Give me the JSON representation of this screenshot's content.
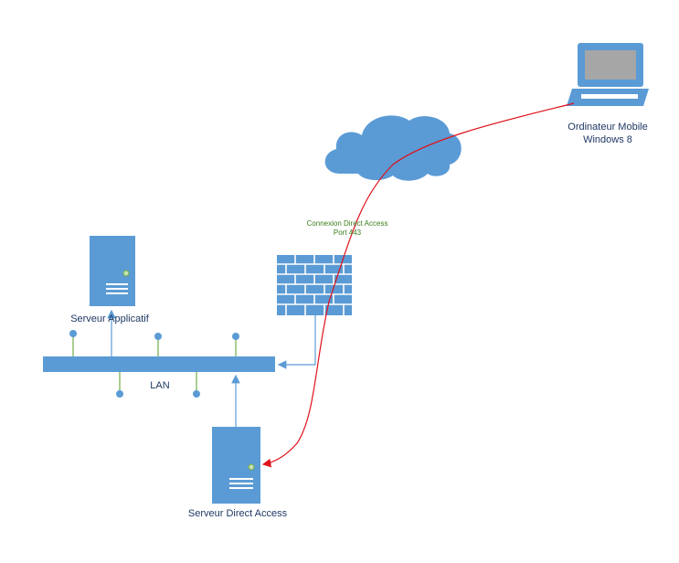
{
  "labels": {
    "laptop_line1": "Ordinateur Mobile",
    "laptop_line2": "Windows 8",
    "app_server": "Serveur Applicatif",
    "lan": "LAN",
    "da_server": "Serveur Direct Access",
    "connection_line1": "Connexion Direct Access",
    "connection_line2": "Port 443"
  },
  "colors": {
    "device_blue": "#5b9bd5",
    "lan_bar": "#5b9bd5",
    "connection_red": "#e0101a",
    "connection_label": "#3a7d1a",
    "stem_green": "#70ad47",
    "text": "#1f3864"
  },
  "icons": [
    "laptop-icon",
    "cloud-icon",
    "firewall-icon",
    "server-icon"
  ]
}
